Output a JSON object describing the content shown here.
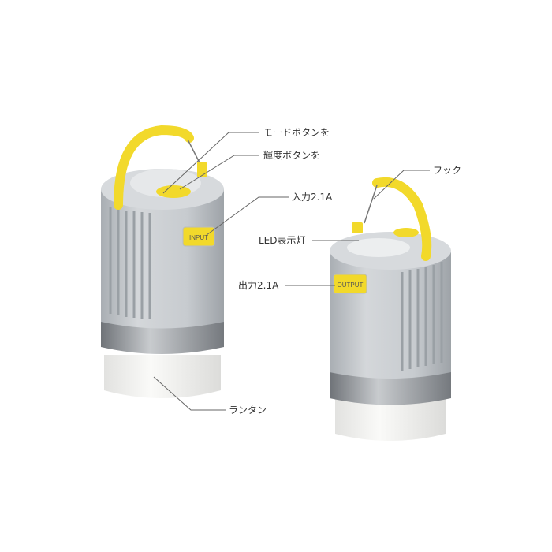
{
  "labels": {
    "mode_button": "モードボタンを",
    "brightness_button": "輝度ボタンを",
    "input": "入力2.1A",
    "hook": "フック",
    "led_indicator": "LED表示灯",
    "output": "出力2.1A",
    "lantern": "ランタン"
  },
  "product": {
    "input_port_label": "INPUT",
    "output_port_label": "OUTPUT"
  },
  "colors": {
    "body": "#c9cdd1",
    "handle": "#f2d92b",
    "ring": "#8e9297",
    "base": "#f4f4f2"
  }
}
